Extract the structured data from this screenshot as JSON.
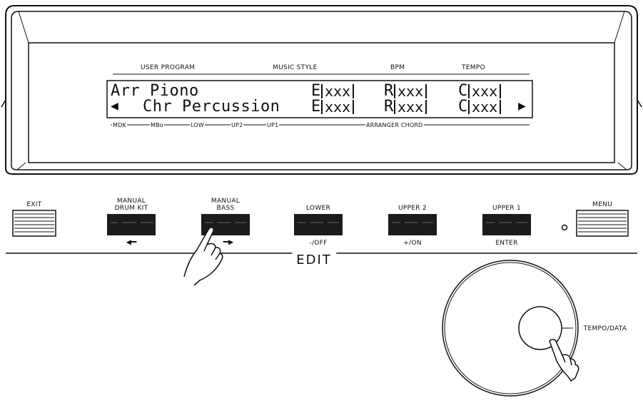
{
  "display": {
    "headers": {
      "user_program": "USER PROGRAM",
      "music_style": "MUSIC STYLE",
      "bpm": "BPM",
      "tempo": "TEMPO"
    },
    "line1": {
      "name": "Arr Piono",
      "e_label": "E",
      "e_value": "xxx",
      "r_label": "R",
      "r_value": "xxx",
      "c_label": "C",
      "c_value": "xxx"
    },
    "line2": {
      "name": "Chr Percussion",
      "e_label": "E",
      "e_value": "xxx",
      "r_label": "R",
      "r_value": "xxx",
      "c_label": "C",
      "c_value": "xxx"
    },
    "footer": {
      "mdk": "MDK",
      "mbo": "MBo",
      "low": "LOW",
      "up2": "UP2",
      "up1": "UP1",
      "arranger_chord": "ARRANGER CHORD"
    }
  },
  "buttons": {
    "exit": "EXIT",
    "manual_drum_kit_line1": "MANUAL",
    "manual_drum_kit_line2": "DRUM KIT",
    "manual_bass_line1": "MANUAL",
    "manual_bass_line2": "BASS",
    "lower": "LOWER",
    "lower_sub": "-/OFF",
    "upper2": "UPPER 2",
    "upper2_sub": "+/ON",
    "upper1": "UPPER 1",
    "upper1_sub": "ENTER",
    "menu": "MENU"
  },
  "section": {
    "edit": "EDIT"
  },
  "dial": {
    "label": "TEMPO/DATA"
  },
  "icons": {
    "left_arrow": "left-arrow-icon",
    "right_arrow": "right-arrow-icon",
    "pointing_hand": "pointing-hand-icon",
    "led": "led-indicator-icon"
  }
}
